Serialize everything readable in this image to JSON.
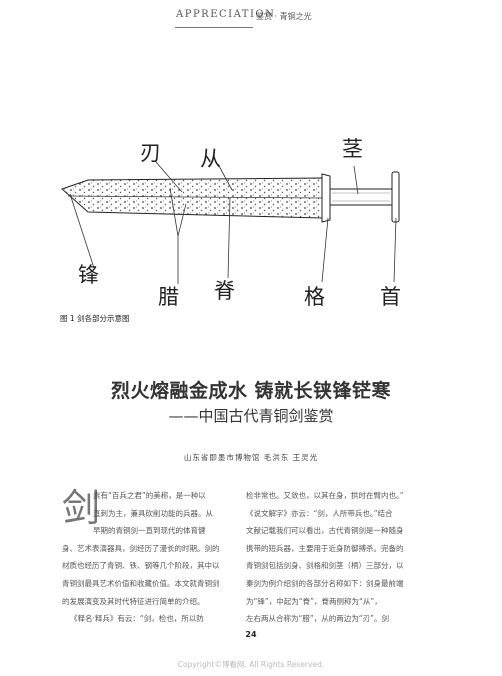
{
  "header": {
    "en": "APPRECIATION",
    "cn": "鉴赏 · 青铜之光"
  },
  "figure": {
    "labels": {
      "ren": "刃",
      "cong": "从",
      "jing": "茎",
      "feng": "锋",
      "la": "腊",
      "ji": "脊",
      "ge": "格",
      "shou": "首"
    },
    "caption": "图 1    剑各部分示意图"
  },
  "article": {
    "title": "烈火熔融金成水    铸就长铗锋铓寒",
    "subtitle": "——中国古代青铜剑鉴赏",
    "byline": "山东省即墨市博物馆    毛洪东    王灵光",
    "dropcap": "剑",
    "left_col": [
      "素有“百兵之君”的美称，是一种以",
      "直刺为主，兼具砍削功能的兵器。从",
      "早期的青铜剑一直到现代的体育健",
      "身、艺术表演器具，剑经历了漫长的时期。剑的",
      "材质也经历了青铜、铁、钢等几个阶段，其中以",
      "青铜剑最具艺术价值和收藏价值。本文就青铜剑",
      "的发展演变及其时代特征进行简单的介绍。",
      "《释名·释兵》有云：“剑，检也，所以防"
    ],
    "right_col": [
      "检非常也。又敛也，以其在身，拱时在臂内也。”",
      "《说文解字》亦云：“剑，人所带兵也。”结合",
      "文献记载我们可以看出，古代青铜剑是一种随身",
      "携带的短兵器，主要用于近身防御搏杀。完备的",
      "青铜剑包括剑身、剑格和剑茎（柄）三部分，以",
      "秦剑为例介绍剑的各部分名称如下：剑身最前端",
      "为“锋”，中起为“脊”，脊两侧称为“从”，",
      "左右两从合称为“腊”，从的两边为“刃”。剑"
    ]
  },
  "page_number": "24",
  "copyright": "Copyright©博看网. All Rights Reserved."
}
